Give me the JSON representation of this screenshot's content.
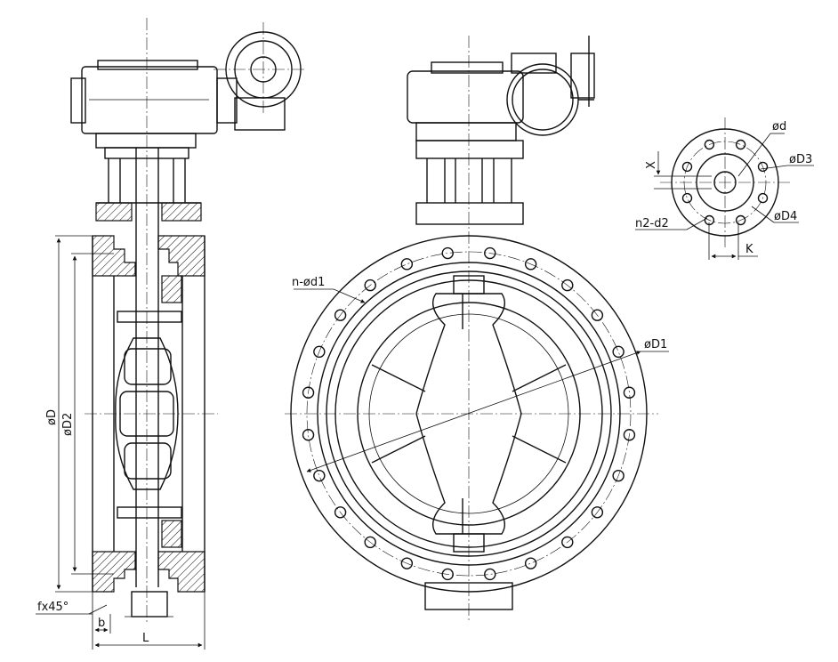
{
  "labels": {
    "side_dim_D": "øD",
    "side_dim_D2": "øD2",
    "chamfer": "fx45°",
    "dim_b": "b",
    "dim_L": "L",
    "front_bolts": "n-ød1",
    "front_D1": "øD1",
    "detail_d": "ød",
    "detail_D3": "øD3",
    "detail_D4": "øD4",
    "detail_n2d2": "n2-d2",
    "detail_X": "X",
    "detail_K": "K"
  },
  "colors": {
    "line": "#111111",
    "background": "#ffffff"
  }
}
